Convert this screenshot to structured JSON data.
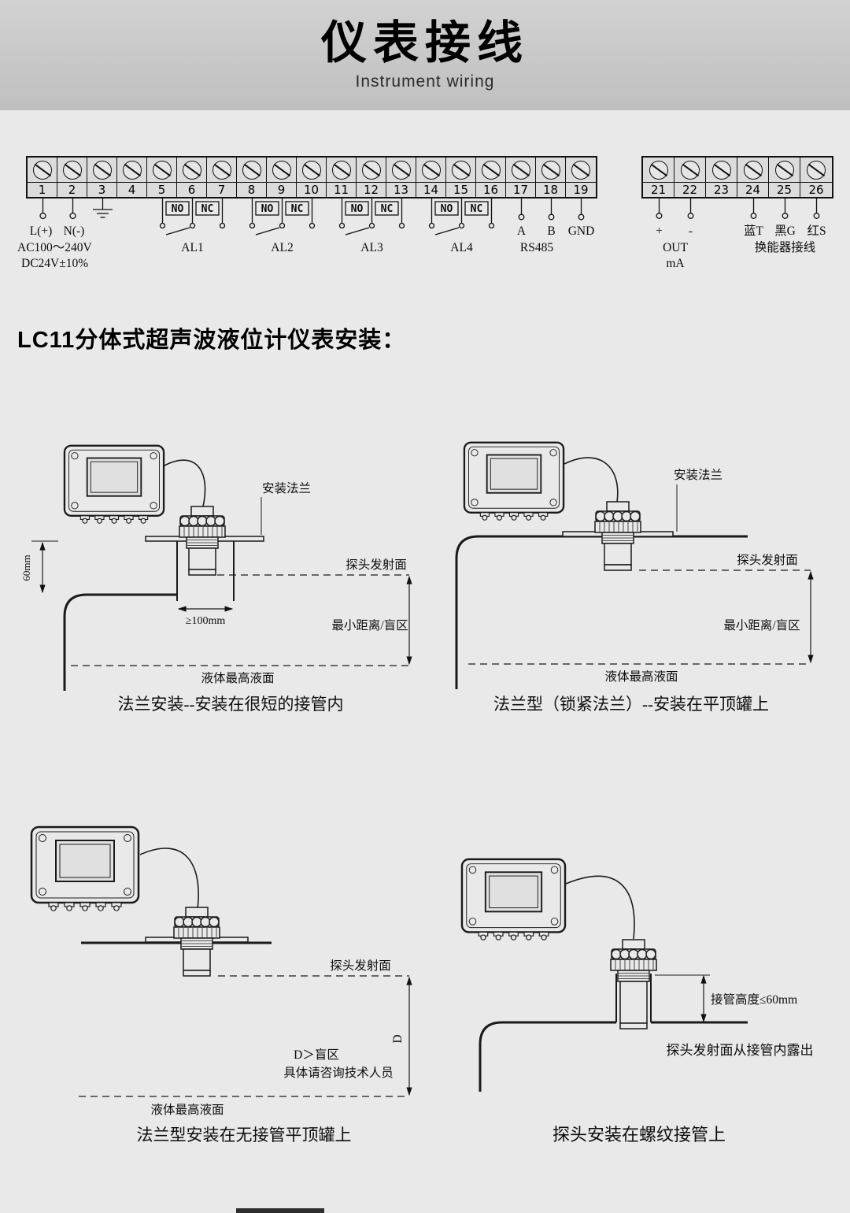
{
  "header": {
    "title": "仪表接线",
    "subtitle": "Instrument wiring"
  },
  "wiring": {
    "left_terminals": [
      "1",
      "2",
      "3",
      "4",
      "5",
      "6",
      "7",
      "8",
      "9",
      "10",
      "11",
      "12",
      "13",
      "14",
      "15",
      "16",
      "17",
      "18",
      "19"
    ],
    "right_terminals": [
      "21",
      "22",
      "23",
      "24",
      "25",
      "26"
    ],
    "no": "NO",
    "nc": "NC",
    "alarms": [
      "AL1",
      "AL2",
      "AL3",
      "AL4"
    ],
    "l": "L(+)",
    "n": "N(-)",
    "ac": "AC100～240V",
    "dc": "DC24V±10%",
    "a": "A",
    "b": "B",
    "gnd": "GND",
    "rs485": "RS485",
    "plus": "+",
    "minus": "-",
    "out": "OUT",
    "ma": "mA",
    "blue": "蓝T",
    "black": "黑G",
    "red": "红S",
    "transducer": "换能器接线"
  },
  "section_title": "LC11分体式超声波液位计仪表安装：",
  "d1": {
    "flange": "安装法兰",
    "probe_face": "探头发射面",
    "min_dist": "最小距离/盲区",
    "liquid": "液体最高液面",
    "dim_h": "60mm",
    "dim_w": "≥100mm",
    "caption": "法兰安装--安装在很短的接管内"
  },
  "d2": {
    "flange": "安装法兰",
    "probe_face": "探头发射面",
    "min_dist": "最小距离/盲区",
    "liquid": "液体最高液面",
    "caption": "法兰型（锁紧法兰）--安装在平顶罐上"
  },
  "d3": {
    "probe_face": "探头发射面",
    "blind": "D＞盲区",
    "note": "具体请咨询技术人员",
    "liquid": "液体最高液面",
    "dim": "D",
    "caption": "法兰型安装在无接管平顶罐上"
  },
  "d4": {
    "dim": "接管高度≤60mm",
    "note": "探头发射面从接管内露出",
    "caption": "探头安装在螺纹接管上"
  }
}
